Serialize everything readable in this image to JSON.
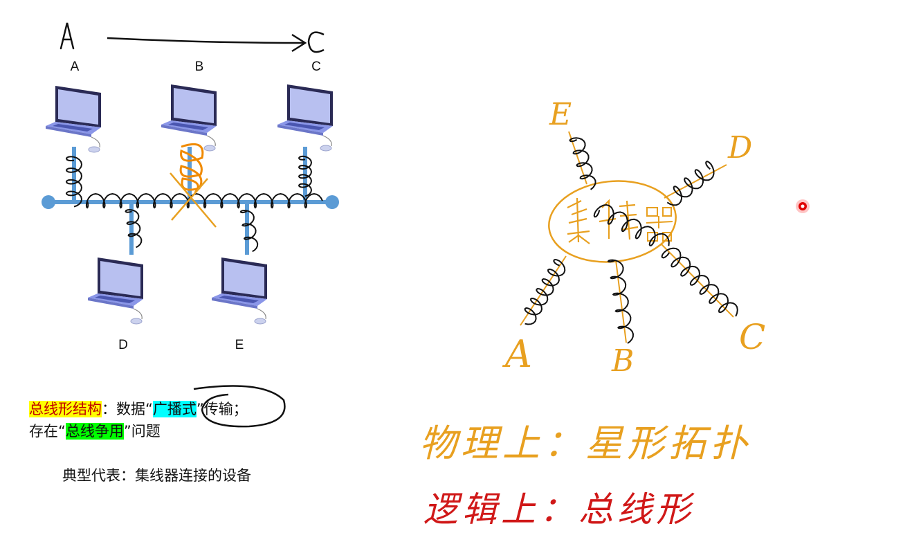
{
  "bus_diagram": {
    "top_left_letter": "A",
    "top_right_letter": "C",
    "nodes": {
      "A": "A",
      "B": "B",
      "C": "C",
      "D": "D",
      "E": "E"
    }
  },
  "captions": {
    "line1": {
      "highlight": "总线形结构",
      "sep": "：数据“",
      "broadcast": "广播式",
      "tail": "”传输；"
    },
    "line2": {
      "head": "存在“",
      "contention": "总线争用",
      "tail": "”问题"
    },
    "line3": "典型代表：集线器连接的设备"
  },
  "star_diagram": {
    "hub": "集线器",
    "nodes": {
      "A": "A",
      "B": "B",
      "C": "C",
      "D": "D",
      "E": "E"
    }
  },
  "handwriting": {
    "physical": "物理上：星形拓扑",
    "logical": "逻辑上：总线形"
  },
  "colors": {
    "bus_blue": "#5b9bd5",
    "ink_orange": "#e8a020",
    "ink_red": "#d01818",
    "ink_black": "#111111",
    "laptop_blue": "#8a96e8"
  }
}
